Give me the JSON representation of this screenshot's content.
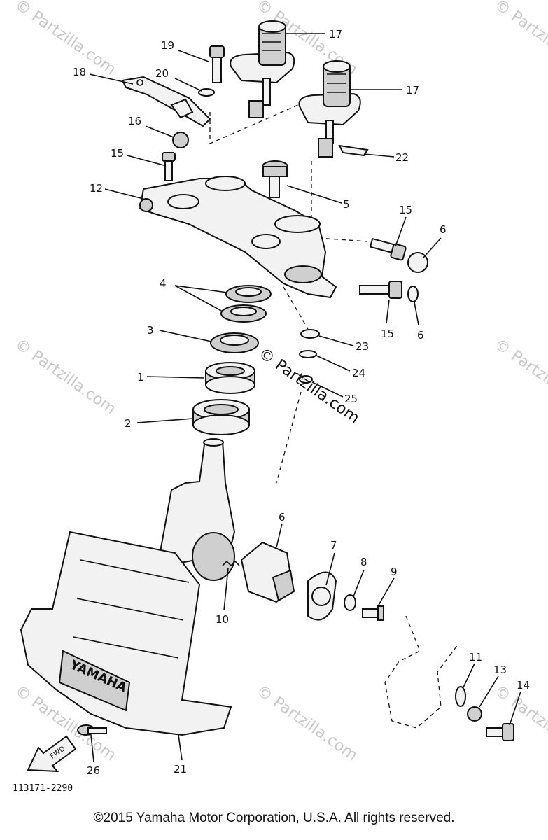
{
  "diagram": {
    "figure_code": "113171-2290",
    "watermark": "© Partzilla.com",
    "center_watermark": "© Partzilla.com",
    "fwd_label": "FWD",
    "brand_plate": "YAMAHA",
    "part_labels": [
      "1",
      "2",
      "3",
      "4",
      "5",
      "6",
      "6",
      "6",
      "7",
      "8",
      "9",
      "10",
      "11",
      "12",
      "13",
      "14",
      "15",
      "15",
      "15",
      "16",
      "17",
      "17",
      "18",
      "19",
      "20",
      "21",
      "22",
      "23",
      "24",
      "25",
      "26"
    ]
  },
  "footer": {
    "copyright": "©2015 Yamaha Motor Corporation, U.S.A. All rights reserved."
  }
}
